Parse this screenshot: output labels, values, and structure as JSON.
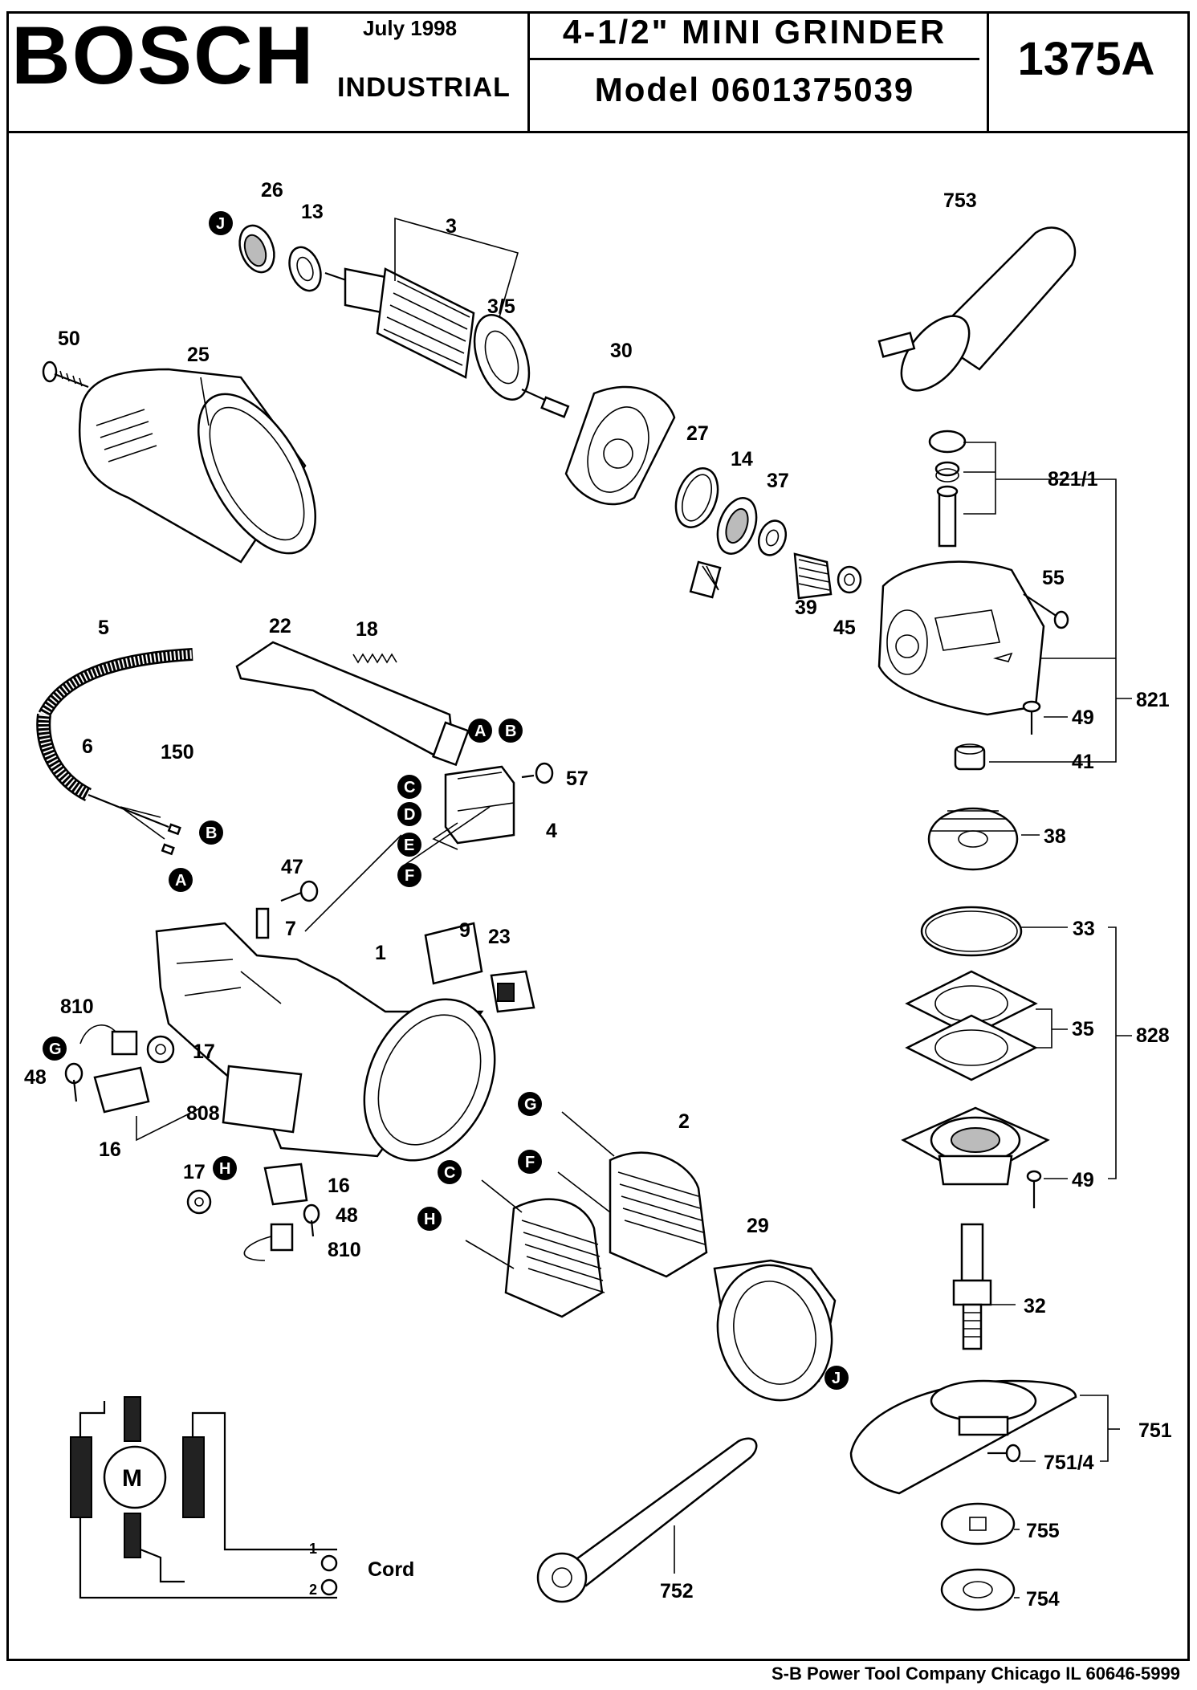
{
  "header": {
    "brand": "BOSCH",
    "date": "July 1998",
    "division": "INDUSTRIAL",
    "title": "4-1/2\" MINI GRINDER",
    "model": "Model 0601375039",
    "code": "1375A"
  },
  "labels": {
    "p26": "26",
    "p13": "13",
    "p3": "3",
    "p3_5": "3/5",
    "p753": "753",
    "p50": "50",
    "p25": "25",
    "p30": "30",
    "p27": "27",
    "p14": "14",
    "p37": "37",
    "p821_1": "821/1",
    "p55": "55",
    "p39": "39",
    "p45": "45",
    "p5": "5",
    "p22": "22",
    "p18": "18",
    "p821": "821",
    "p49a": "49",
    "p6": "6",
    "p150": "150",
    "p57": "57",
    "p4": "4",
    "p41": "41",
    "p38": "38",
    "p47": "47",
    "p7": "7",
    "p9": "9",
    "p23": "23",
    "p1": "1",
    "p33": "33",
    "p810a": "810",
    "p17a": "17",
    "p48a": "48",
    "p35": "35",
    "p828": "828",
    "p808": "808",
    "p16a": "16",
    "p2": "2",
    "p49b": "49",
    "p17b": "17",
    "p16b": "16",
    "p48b": "48",
    "p810b": "810",
    "p29": "29",
    "p32": "32",
    "p751": "751",
    "p751_4": "751/4",
    "p755": "755",
    "p754": "754",
    "p752": "752"
  },
  "callouts": {
    "J": "J",
    "A": "A",
    "B": "B",
    "C": "C",
    "D": "D",
    "E": "E",
    "F": "F",
    "G": "G",
    "H": "H"
  },
  "wiring": {
    "motor": "M",
    "switch1": "1",
    "switch2": "2",
    "cord": "Cord"
  },
  "footer": "S-B Power Tool Company  Chicago IL 60646-5999"
}
